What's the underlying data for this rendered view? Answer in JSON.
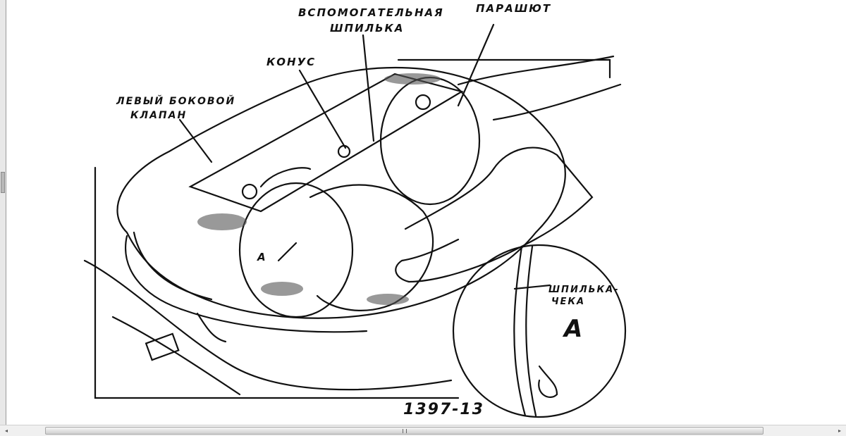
{
  "figure": {
    "labels": {
      "left_flap_line1": "ЛЕВЫЙ БОКОВОЙ",
      "left_flap_line2": "КЛАПАН",
      "cone": "КОНУС",
      "aux_pin_line1": "ВСПОМОГАТЕЛЬНАЯ",
      "aux_pin_line2": "ШПИЛЬКА",
      "parachute": "ПАРАШЮТ",
      "pointer_a": "A",
      "pin_line1": "ШПИЛЬКА-",
      "pin_line2": "ЧЕКА",
      "detail_a": "A",
      "figure_number": "1397-13"
    }
  },
  "scrollbars": {
    "horizontal_left_arrow": "◂",
    "horizontal_right_arrow": "▸"
  }
}
